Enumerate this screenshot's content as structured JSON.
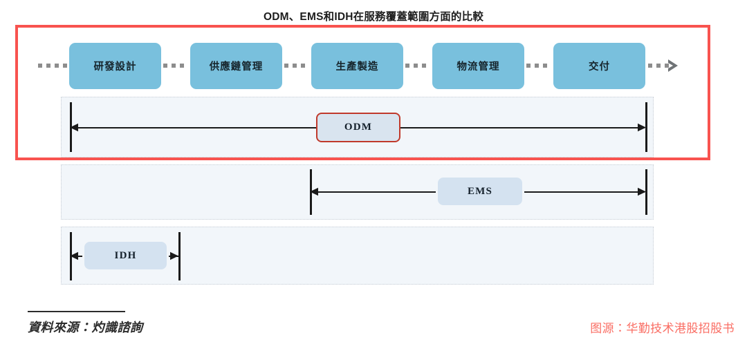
{
  "title": "ODM、EMS和IDH在服務覆蓋範圍方面的比較",
  "colors": {
    "highlight_red": "#f8534f",
    "flow_box_blue": "#79c0dd",
    "span_row_bg": "#f2f6fa",
    "span_label_blue": "#d4e2f0",
    "span_label_border_red": "#c0392b",
    "credit_red": "#fa6e64",
    "line_black": "#1a1a1a",
    "dotted_gray": "#8d8d8d"
  },
  "flow": {
    "stages": [
      {
        "label": "研發設計"
      },
      {
        "label": "供應鏈管理"
      },
      {
        "label": "生產製造"
      },
      {
        "label": "物流管理"
      },
      {
        "label": "交付"
      }
    ],
    "end_arrow_icon": "arrow-right-icon"
  },
  "spans": [
    {
      "label": "ODM",
      "highlighted": true,
      "start_stage": "研發設計",
      "end_stage": "交付",
      "covers_stages": 5
    },
    {
      "label": "EMS",
      "highlighted": false,
      "start_stage": "生產製造",
      "end_stage": "交付",
      "covers_stages": 3
    },
    {
      "label": "IDH",
      "highlighted": false,
      "start_stage": "研發設計",
      "end_stage": "研發設計",
      "covers_stages": 1
    }
  ],
  "footer": {
    "source": "資料來源：灼識諮詢",
    "credit": "图源：华勤技术港股招股书"
  }
}
